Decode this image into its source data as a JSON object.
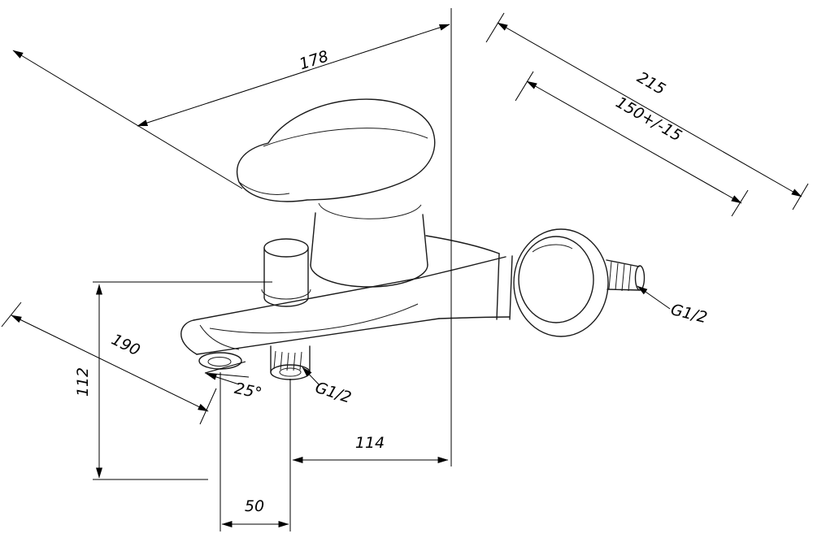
{
  "drawing": {
    "dimensions": {
      "width_top": "178",
      "depth_total": "215",
      "depth_wall": "150+/-15",
      "length_diagonal": "190",
      "height_left": "112",
      "spout_angle": "25°",
      "thread_bottom": "G1/2",
      "thread_right": "G1/2",
      "center_to_axis": "114",
      "outlet_spacing": "50"
    },
    "colors": {
      "line": "#000000",
      "background": "#ffffff"
    }
  }
}
